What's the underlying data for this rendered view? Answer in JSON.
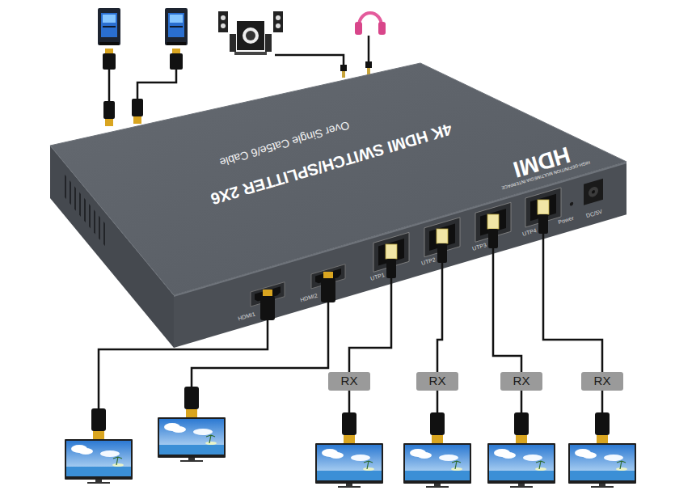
{
  "diagram": {
    "nodes": [
      {
        "text": [
          "RX"
        ]
      },
      {
        "text": [
          "RX"
        ]
      },
      {
        "text": [
          "RX"
        ]
      },
      {
        "text": [
          "RX"
        ]
      }
    ],
    "labels": [
      "4K HDMI SWITCH/SPLITTER 2X6",
      "Over Single Cat5e/6 Cable",
      "HDMI",
      "HIGH-DEFINITION MULTIMEDIA INTERFACE",
      "HDMI1",
      "HDMI2",
      "UTP1",
      "UTP2",
      "UTP3",
      "UTP4",
      "Power",
      "DC/5V"
    ]
  }
}
